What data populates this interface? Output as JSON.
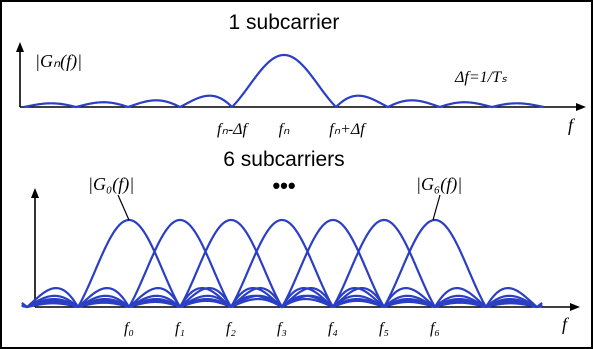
{
  "top_panel": {
    "title": "1 subcarrier",
    "ylabel": "|Gₙ(f)|",
    "spacing_note": "Δf=1/Tₛ",
    "tick_labels": [
      "fₙ-Δf",
      "fₙ",
      "fₙ+Δf"
    ],
    "xlabel": "f"
  },
  "bottom_panel": {
    "title": "6 subcarriers",
    "first_label": "|G₀(f)|",
    "last_label": "|G₆(f)|",
    "ellipsis": "•••",
    "tick_labels": [
      "f₀",
      "f₁",
      "f₂",
      "f₃",
      "f₄",
      "f₅",
      "f₆"
    ],
    "xlabel": "f"
  },
  "chart_data": [
    {
      "type": "line",
      "function": "abs-sinc",
      "center": 0,
      "null_spacing": 1,
      "x_range": [
        -5,
        5
      ],
      "tick_positions": [
        -1,
        0,
        1
      ]
    },
    {
      "type": "line",
      "function": "abs-sinc",
      "centers": [
        0,
        1,
        2,
        3,
        4,
        5,
        6
      ],
      "null_spacing": 1,
      "x_range": [
        -2.1,
        8.1
      ],
      "tick_positions": [
        0,
        1,
        2,
        3,
        4,
        5,
        6
      ]
    }
  ]
}
